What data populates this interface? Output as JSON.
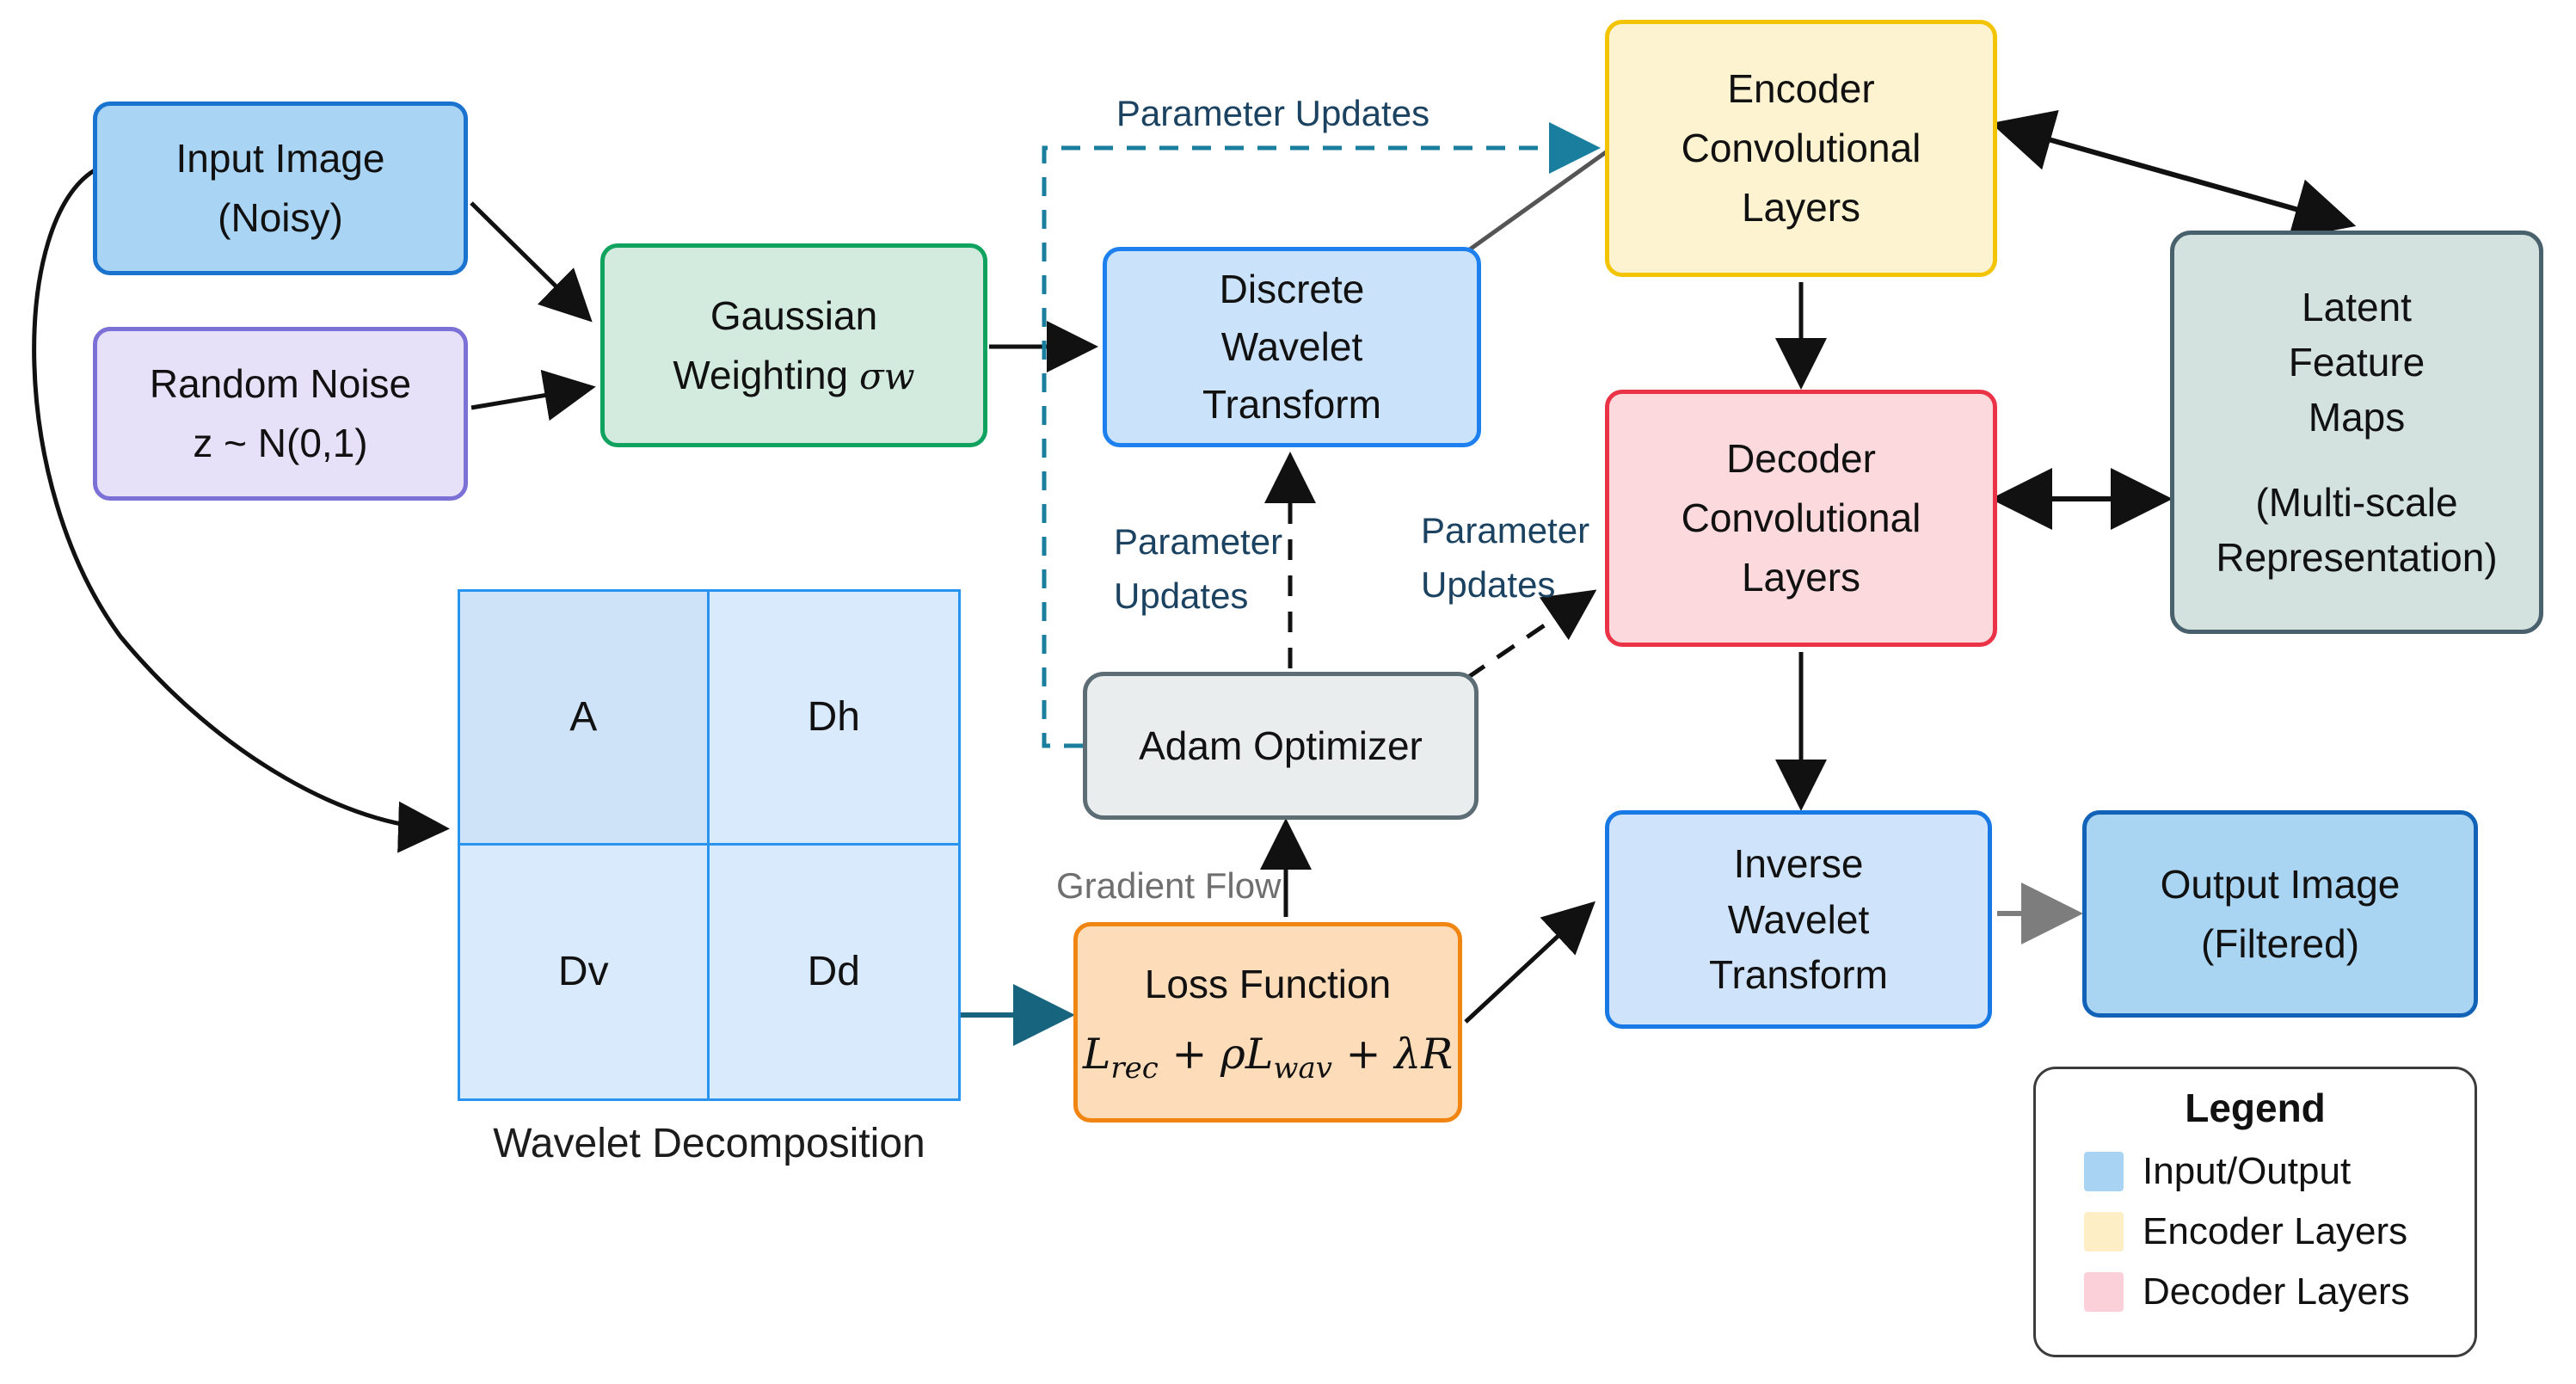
{
  "nodes": {
    "input_image": {
      "lines": [
        "Input Image",
        "(Noisy)"
      ],
      "fill": "#a9d4f4",
      "border": "#1a73cf"
    },
    "random_noise": {
      "lines": [
        "Random Noise",
        "z ~ N(0,1)"
      ],
      "fill": "#e6e1f9",
      "border": "#7b70d6"
    },
    "gaussian": {
      "line1": "Gaussian",
      "line2": "Weighting",
      "sigma": "σw",
      "fill": "#d3ebdf",
      "border": "#10a35f"
    },
    "dwt": {
      "lines": [
        "Discrete",
        "Wavelet",
        "Transform"
      ],
      "fill": "#cae2fa",
      "border": "#1d80ee"
    },
    "encoder": {
      "lines": [
        "Encoder",
        "Convolutional",
        "Layers"
      ],
      "fill": "#fdf3d0",
      "border": "#f3c404"
    },
    "decoder": {
      "lines": [
        "Decoder",
        "Convolutional",
        "Layers"
      ],
      "fill": "#fbd9dc",
      "border": "#ea3346"
    },
    "latent": {
      "lines": [
        "Latent",
        "Feature",
        "Maps"
      ],
      "sub": [
        "(Multi-scale",
        "Representation)"
      ],
      "fill": "#d3e1df",
      "border": "#48616c"
    },
    "adam": {
      "label": "Adam Optimizer",
      "fill": "#e9edee",
      "border": "#5d6d75"
    },
    "loss": {
      "title": "Loss Function",
      "formula": {
        "t1": "L",
        "s1": "rec",
        "t2": " + ρL",
        "s2": "wav",
        "t3": " + λR"
      },
      "fill": "#fddcba",
      "border": "#f18511"
    },
    "iwt": {
      "lines": [
        "Inverse",
        "Wavelet",
        "Transform"
      ],
      "fill": "#cfe3fa",
      "border": "#1878e4"
    },
    "output_image": {
      "lines": [
        "Output Image",
        "(Filtered)"
      ],
      "fill": "#a9d4f2",
      "border": "#1263b8"
    }
  },
  "wavelet_grid": {
    "quadrants": {
      "a": "A",
      "dh": "Dh",
      "dv": "Dv",
      "dd": "Dd"
    },
    "caption": "Wavelet Decomposition",
    "fill_a": "#cfe3f8",
    "fill_detail": "#daeafd",
    "border": "#2994f0"
  },
  "labels": {
    "parameter_updates_top": "Parameter Updates",
    "parameter_updates_mid": [
      "Parameter",
      "Updates"
    ],
    "parameter_updates_right": [
      "Parameter",
      "Updates"
    ],
    "gradient_flow": "Gradient Flow"
  },
  "legend": {
    "title": "Legend",
    "items": [
      {
        "label": "Input/Output",
        "color": "#a9d3f2"
      },
      {
        "label": "Encoder Layers",
        "color": "#fdeec5"
      },
      {
        "label": "Decoder Layers",
        "color": "#fbd0d8"
      }
    ]
  },
  "connector_colors": {
    "black": "#111111",
    "teal_dashed": "#1a7f9e",
    "teal_solid": "#16647e",
    "gray_line": "#555555",
    "gray_arrow": "#7d7d7d",
    "label_navy": "#1b4361",
    "label_gray": "#6f6f6f"
  }
}
